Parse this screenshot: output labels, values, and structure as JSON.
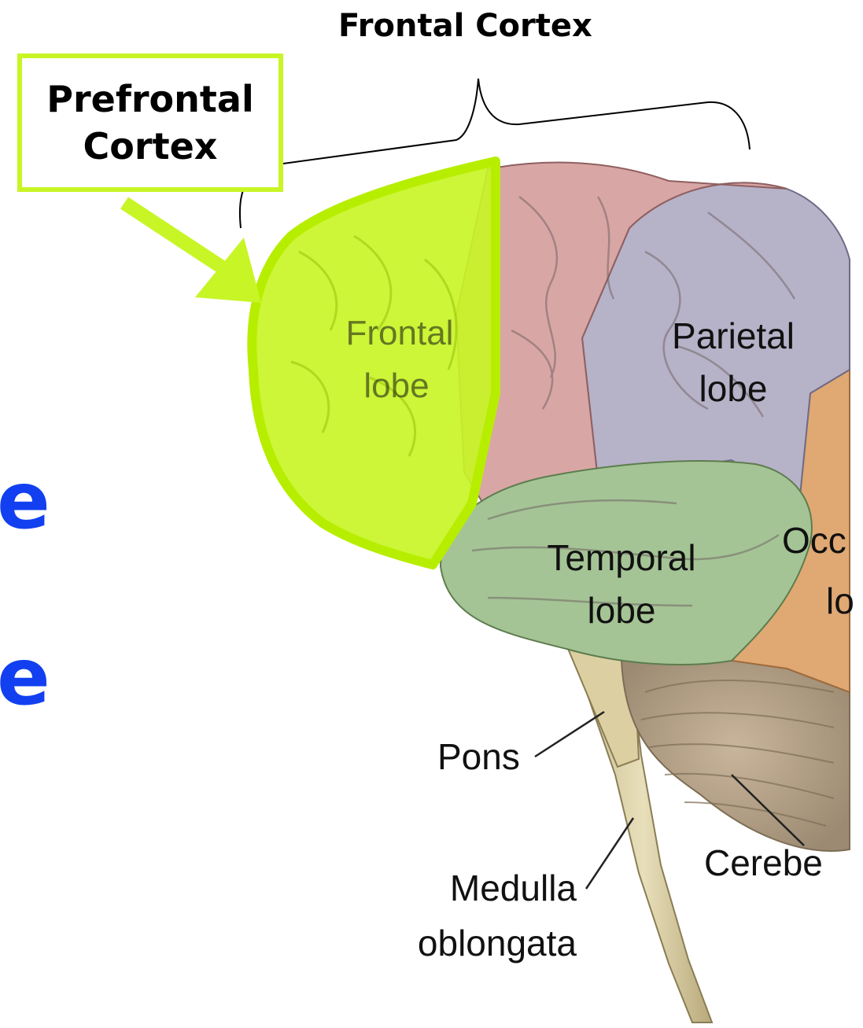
{
  "diagram": {
    "title": "Frontal Cortex",
    "callout": {
      "line1": "Prefrontal",
      "line2": "Cortex"
    },
    "side_text": [
      "e",
      "e"
    ],
    "labels": {
      "frontal_1": "Frontal",
      "frontal_2": "lobe",
      "parietal_1": "Parietal",
      "parietal_2": "lobe",
      "temporal_1": "Temporal",
      "temporal_2": "lobe",
      "occipital_1": "Occ",
      "occipital_2": "lo",
      "pons": "Pons",
      "cerebellum": "Cerebe",
      "medulla_1": "Medulla",
      "medulla_2": "oblongata"
    },
    "colors": {
      "highlight": "#c8f526",
      "frontal": "#d9a6a6",
      "parietal": "#b6b2c8",
      "temporal": "#a5c496",
      "occipital": "#e0a873",
      "stem": "#d8cc9f",
      "cerebellum": "#b7a389",
      "side_text": "#1240f0"
    }
  }
}
